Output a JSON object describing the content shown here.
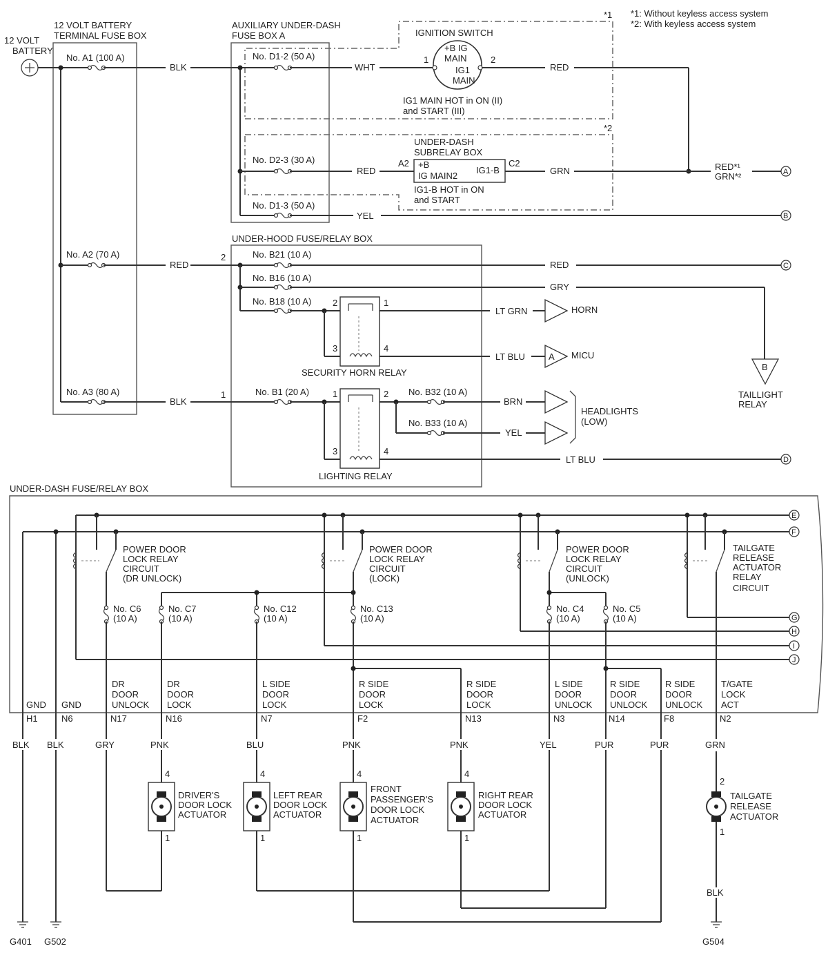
{
  "notes": [
    "*1: Without keyless access system",
    "*2: With keyless access system"
  ],
  "battery": [
    "12 VOLT",
    "BATTERY"
  ],
  "boxes": {
    "terminal": [
      "12 VOLT BATTERY",
      "TERMINAL FUSE BOX"
    ],
    "aux": [
      "AUXILIARY UNDER-DASH",
      "FUSE BOX A"
    ],
    "underhood": "UNDER-HOOD FUSE/RELAY BOX",
    "underdash": "UNDER-DASH FUSE/RELAY BOX",
    "subrelay": [
      "UNDER-DASH",
      "SUBRELAY BOX"
    ]
  },
  "fuses": {
    "A1": "No. A1 (100 A)",
    "A2": "No. A2 (70 A)",
    "A3": "No. A3 (80 A)",
    "D12": "No. D1-2 (50 A)",
    "D23": "No. D2-3 (30 A)",
    "D13": "No. D1-3 (50 A)",
    "B21": "No. B21 (10 A)",
    "B16": "No. B16 (10 A)",
    "B18": "No. B18 (10 A)",
    "B1": "No. B1 (20 A)",
    "B32": "No. B32 (10 A)",
    "B33": "No. B33 (10 A)",
    "C6": [
      "No. C6",
      "(10 A)"
    ],
    "C7": [
      "No. C7",
      "(10 A)"
    ],
    "C12": [
      "No. C12",
      "(10 A)"
    ],
    "C13": [
      "No. C13",
      "(10 A)"
    ],
    "C4": [
      "No. C4",
      "(10 A)"
    ],
    "C5": [
      "No. C5",
      "(10 A)"
    ]
  },
  "ignition": {
    "title": "IGNITION SWITCH",
    "inner": [
      "+B IG",
      "MAIN",
      "IG1",
      "MAIN"
    ],
    "pin1": "1",
    "pin2": "2",
    "note": [
      "IG1 MAIN HOT in ON (II)",
      "and START (III)"
    ]
  },
  "subrelay": {
    "inner": [
      "+B",
      "IG MAIN2",
      "IG1-B"
    ],
    "pinA2": "A2",
    "pinC2": "C2",
    "note": [
      "IG1-B HOT in ON",
      "and START"
    ]
  },
  "star1": "*1",
  "star2": "*2",
  "wires": {
    "blk1": "BLK",
    "wht": "WHT",
    "red_ign": "RED",
    "red_d23": "RED",
    "grn_sub": "GRN",
    "red_a": "RED*¹",
    "grn_a": "GRN*²",
    "yel_b": "YEL",
    "red_a2": "RED",
    "red_c": "RED",
    "gry": "GRY",
    "ltgrn": "LT GRN",
    "ltblu_micu": "LT BLU",
    "blk_a3": "BLK",
    "brn": "BRN",
    "yel_hl": "YEL",
    "ltblu_d": "LT BLU"
  },
  "pins": {
    "uh2": "2",
    "uh1": "1",
    "sh2": "2",
    "sh1": "1",
    "sh3": "3",
    "sh4": "4",
    "lr1": "1",
    "lr2": "2",
    "lr3": "3",
    "lr4": "4"
  },
  "relays": {
    "horn": "SECURITY HORN RELAY",
    "lighting": "LIGHTING RELAY"
  },
  "loads": {
    "horn": "HORN",
    "micu": "MICU",
    "micu_conn": "A",
    "headlights": [
      "HEADLIGHTS",
      "(LOW)"
    ],
    "taillight": [
      "TAILLIGHT",
      "RELAY"
    ],
    "taillight_conn": "B"
  },
  "connectors": [
    "A",
    "B",
    "C",
    "D",
    "E",
    "F",
    "G",
    "H",
    "I",
    "J"
  ],
  "circuits": {
    "dr_unlock": [
      "POWER DOOR",
      "LOCK RELAY",
      "CIRCUIT",
      "(DR UNLOCK)"
    ],
    "lock": [
      "POWER DOOR",
      "LOCK RELAY",
      "CIRCUIT",
      "(LOCK)"
    ],
    "unlock": [
      "POWER DOOR",
      "LOCK RELAY",
      "CIRCUIT",
      "(UNLOCK)"
    ],
    "tailgate": [
      "TAILGATE",
      "RELEASE",
      "ACTUATOR",
      "RELAY",
      "CIRCUIT"
    ]
  },
  "terminals": [
    {
      "label": [
        "GND"
      ],
      "pin": "H1",
      "color": "BLK"
    },
    {
      "label": [
        "GND"
      ],
      "pin": "N6",
      "color": "BLK"
    },
    {
      "label": [
        "DR",
        "DOOR",
        "UNLOCK"
      ],
      "pin": "N17",
      "color": "GRY"
    },
    {
      "label": [
        "DR",
        "DOOR",
        "LOCK"
      ],
      "pin": "N16",
      "color": "PNK"
    },
    {
      "label": [
        "L SIDE",
        "DOOR",
        "LOCK"
      ],
      "pin": "N7",
      "color": "BLU"
    },
    {
      "label": [
        "R SIDE",
        "DOOR",
        "LOCK"
      ],
      "pin": "F2",
      "color": "PNK"
    },
    {
      "label": [
        "R SIDE",
        "DOOR",
        "LOCK"
      ],
      "pin": "N13",
      "color": "PNK"
    },
    {
      "label": [
        "L SIDE",
        "DOOR",
        "UNLOCK"
      ],
      "pin": "N3",
      "color": "YEL"
    },
    {
      "label": [
        "R SIDE",
        "DOOR",
        "UNLOCK"
      ],
      "pin": "N14",
      "color": "PUR"
    },
    {
      "label": [
        "R SIDE",
        "DOOR",
        "UNLOCK"
      ],
      "pin": "F8",
      "color": "PUR"
    },
    {
      "label": [
        "T/GATE",
        "LOCK",
        "ACT"
      ],
      "pin": "N2",
      "color": "GRN"
    }
  ],
  "actuators": {
    "driver": [
      "DRIVER'S",
      "DOOR LOCK",
      "ACTUATOR"
    ],
    "leftrear": [
      "LEFT REAR",
      "DOOR LOCK",
      "ACTUATOR"
    ],
    "front": [
      "FRONT",
      "PASSENGER'S",
      "DOOR LOCK",
      "ACTUATOR"
    ],
    "rightrear": [
      "RIGHT REAR",
      "DOOR LOCK",
      "ACTUATOR"
    ],
    "tailgate": [
      "TAILGATE",
      "RELEASE",
      "ACTUATOR"
    ]
  },
  "actuator_pins": {
    "top": "4",
    "bottom": "1",
    "tg_top": "2",
    "tg_bottom": "1"
  },
  "tailgate_ground_wire": "BLK",
  "grounds": [
    "G401",
    "G502",
    "G504"
  ]
}
